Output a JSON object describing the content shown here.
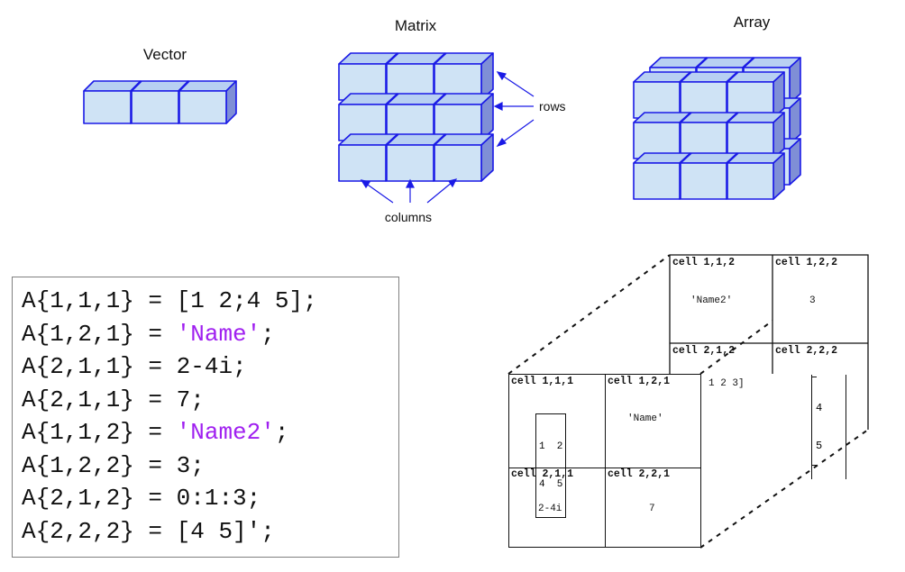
{
  "diagram": {
    "vector": {
      "title": "Vector",
      "cubes": 3
    },
    "matrix": {
      "title": "Matrix",
      "rows": 3,
      "cols": 3,
      "rows_label": "rows",
      "columns_label": "columns"
    },
    "array": {
      "title": "Array",
      "rows": 3,
      "cols": 3,
      "layers": 2
    }
  },
  "code": {
    "lines": [
      {
        "pre": "A{1,1,1} = ",
        "str": "",
        "post": "[1 2;4 5];"
      },
      {
        "pre": "A{1,2,1} = ",
        "str": "'Name'",
        "post": ";"
      },
      {
        "pre": "A{2,1,1} = ",
        "str": "",
        "post": "2-4i;"
      },
      {
        "pre": "A{2,1,1} = ",
        "str": "",
        "post": "7;"
      },
      {
        "pre": "A{1,1,2} = ",
        "str": "'Name2'",
        "post": ";"
      },
      {
        "pre": "A{1,2,2} = ",
        "str": "",
        "post": "3;"
      },
      {
        "pre": "A{2,1,2} = ",
        "str": "",
        "post": "0:1:3;"
      },
      {
        "pre": "A{2,2,2} = ",
        "str": "",
        "post": "[4 5]';"
      }
    ]
  },
  "cells": {
    "front": {
      "c111": {
        "title": "cell 1,1,1",
        "value_rows": [
          "1  2",
          "4  5"
        ]
      },
      "c121": {
        "title": "cell 1,2,1",
        "value": "'Name'"
      },
      "c211": {
        "title": "cell 2,1,1",
        "value": "2-4i"
      },
      "c221": {
        "title": "cell 2,2,1",
        "value": "7"
      }
    },
    "back": {
      "c112": {
        "title": "cell 1,1,2",
        "value": "'Name2'"
      },
      "c122": {
        "title": "cell 1,2,2",
        "value": "3"
      },
      "c212": {
        "title": "cell 2,1,2",
        "value": "1 2 3]"
      },
      "c222": {
        "title": "cell 2,2,2",
        "value_rows": [
          "4",
          "5"
        ]
      }
    }
  },
  "colors": {
    "cube_front": "#cfe3f5",
    "cube_side": "#7f8fd6",
    "cube_top": "#b8d0f2",
    "cube_edge": "#1a1ae6",
    "string": "#a020f0"
  }
}
